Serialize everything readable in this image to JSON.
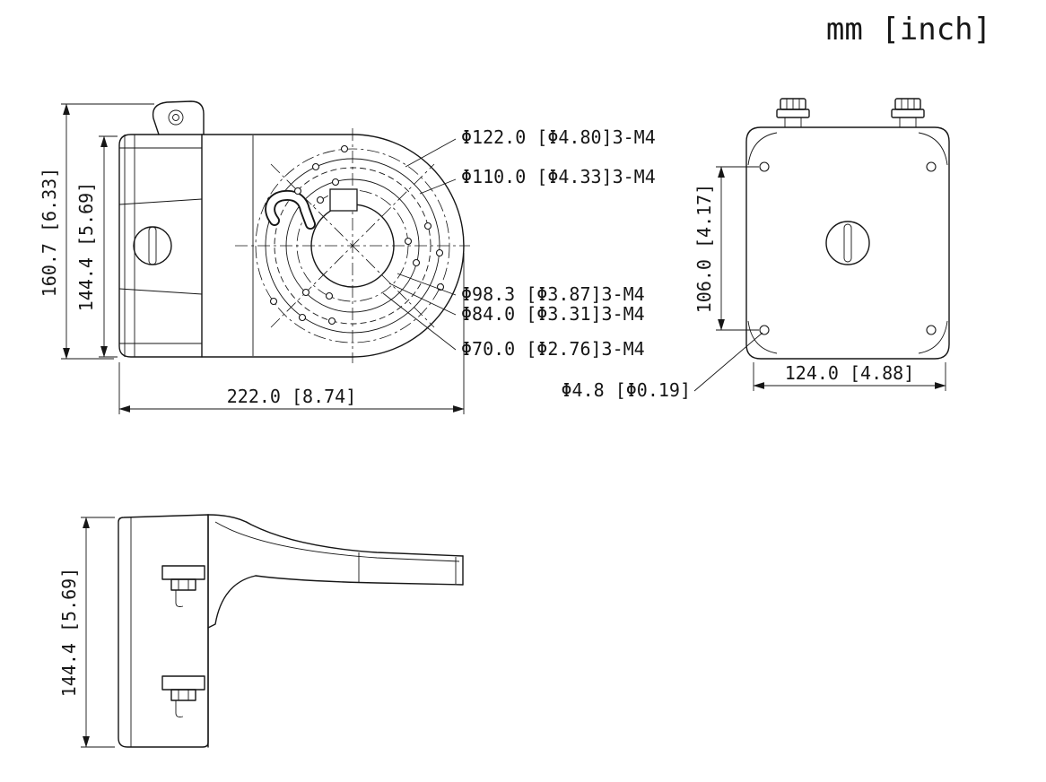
{
  "units_label": "mm [inch]",
  "front_view": {
    "callouts": {
      "c122": "Φ122.0 [Φ4.80]3-M4",
      "c110": "Φ110.0 [Φ4.33]3-M4",
      "c98": "Φ98.3 [Φ3.87]3-M4",
      "c84": "Φ84.0 [Φ3.31]3-M4",
      "c70": "Φ70.0 [Φ2.76]3-M4"
    },
    "dims": {
      "height_outer": "160.7 [6.33]",
      "height_inner": "144.4 [5.69]",
      "width": "222.0 [8.74]"
    }
  },
  "back_view": {
    "dims": {
      "height": "106.0 [4.17]",
      "width": "124.0 [4.88]"
    },
    "hole_callout": "Φ4.8 [Φ0.19]"
  },
  "side_view": {
    "dims": {
      "height": "144.4 [5.69]"
    }
  },
  "colors": {
    "line": "#161616",
    "background": "#ffffff"
  }
}
